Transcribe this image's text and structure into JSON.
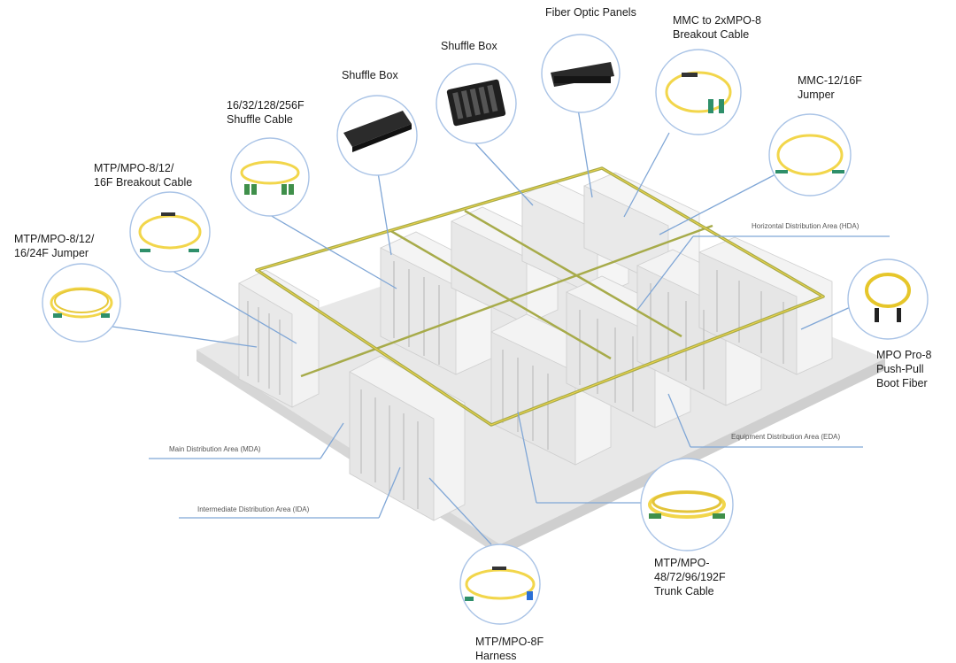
{
  "components": [
    {
      "key": "jumper_24f",
      "label": "MTP/MPO-8/12/\n16/24F Jumper"
    },
    {
      "key": "breakout_16f",
      "label": "MTP/MPO-8/12/\n16F Breakout Cable"
    },
    {
      "key": "shuffle_cable",
      "label": "16/32/128/256F\nShuffle Cable"
    },
    {
      "key": "shuffle_box_1",
      "label": "Shuffle Box"
    },
    {
      "key": "shuffle_box_2",
      "label": "Shuffle Box"
    },
    {
      "key": "fiber_panels",
      "label": "Fiber Optic Panels"
    },
    {
      "key": "mmc_breakout",
      "label": "MMC to 2xMPO-8\nBreakout Cable"
    },
    {
      "key": "mmc_jumper",
      "label": "MMC-12/16F\nJumper"
    },
    {
      "key": "mpo_pro",
      "label": "MPO Pro-8\nPush-Pull\nBoot Fiber"
    },
    {
      "key": "trunk",
      "label": "MTP/MPO-\n48/72/96/192F\nTrunk Cable"
    },
    {
      "key": "harness",
      "label": "MTP/MPO-8F\nHarness"
    }
  ],
  "zones": {
    "hda": "Horizontal Distribution Area (HDA)",
    "eda": "Equipment Distribution Area (EDA)",
    "mda": "Main Distribution Area (MDA)",
    "ida": "Intermediate Distribution Area (IDA)"
  },
  "colors": {
    "callout_line": "#7fa6d6",
    "circle_stroke": "#a9c3e6",
    "fiber_yellow": "#f2d64b",
    "tray_green": "#a7ab4a",
    "floor": "#eeeeee",
    "cabinet": "#f4f4f4"
  }
}
